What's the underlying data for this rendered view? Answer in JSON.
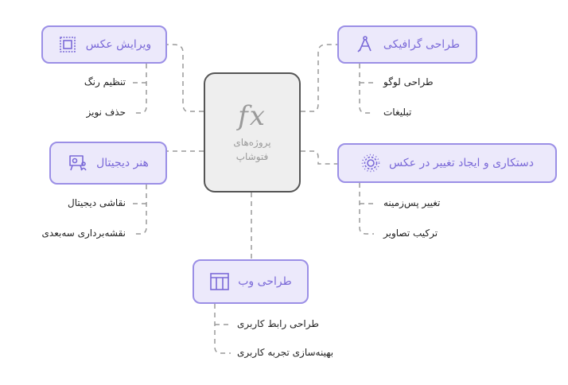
{
  "center": {
    "icon": "fx-icon",
    "label": "پروژه‌های فتوشاپ"
  },
  "branches": {
    "photo_editing": {
      "label": "ویرایش عکس",
      "icon": "stamp-frame-icon",
      "children": [
        "تنظیم رنگ",
        "حذف نویز"
      ]
    },
    "graphic_design": {
      "label": "طراحی گرافیکی",
      "icon": "pen-compass-icon",
      "children": [
        "طراحی لوگو",
        "تبلیغات"
      ]
    },
    "digital_art": {
      "label": "هنر دیجیتال",
      "icon": "easel-artist-icon",
      "children": [
        "نقاشی دیجیتال",
        "نقشه‌برداری سه‌بعدی"
      ]
    },
    "manipulation": {
      "label": "دستکاری و ایجاد تغییر در عکس",
      "icon": "sun-gear-icon",
      "children": [
        "تغییر پس‌زمینه",
        "ترکیب تصاویر"
      ]
    },
    "web_design": {
      "label": "طراحی وب",
      "icon": "layout-grid-icon",
      "children": [
        "طراحی رابط کاربری",
        "بهینه‌سازی تجربه کاربری"
      ]
    }
  },
  "colors": {
    "node_fill": "#ece9fb",
    "node_border": "#9b8fe6",
    "node_text": "#7b6ad8",
    "center_fill": "#eeeeee",
    "center_border": "#555555",
    "connector": "#9a9a9a"
  }
}
